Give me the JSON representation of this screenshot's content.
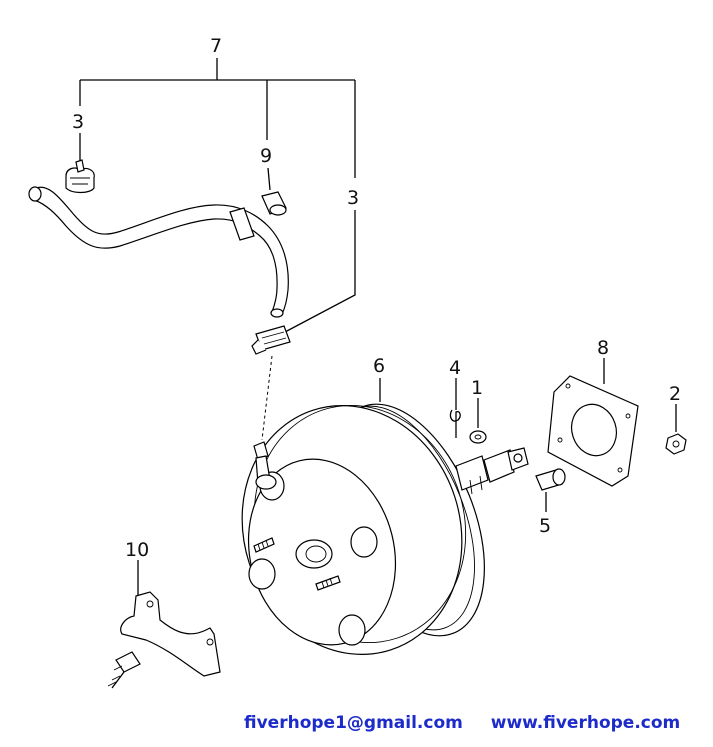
{
  "callouts": {
    "c7": "7",
    "c3a": "3",
    "c9": "9",
    "c3b": "3",
    "c6": "6",
    "c4": "4",
    "c1": "1",
    "c8": "8",
    "c2": "2",
    "c5": "5",
    "c10": "10"
  },
  "footer": {
    "email": "fiverhope1@gmail.com",
    "website": "www.fiverhope.com"
  },
  "colors": {
    "line": "#000000",
    "footer_text": "#1c2bc9",
    "background": "#ffffff"
  }
}
